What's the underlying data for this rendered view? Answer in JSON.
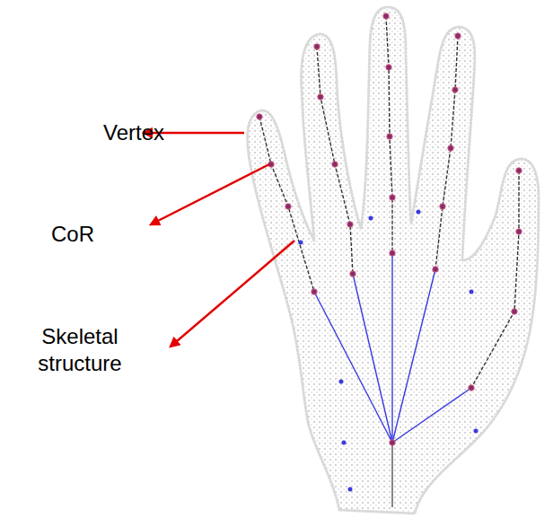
{
  "diagram": {
    "labels": [
      "Vertex",
      "CoR",
      "Skeletal structure"
    ]
  }
}
